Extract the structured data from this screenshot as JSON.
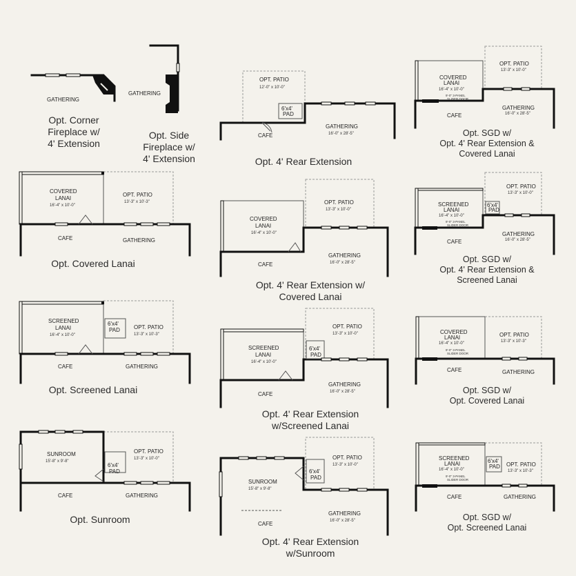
{
  "plans": [
    {
      "id": "opt-corner-fireplace",
      "caption": [
        "Opt. Corner",
        "Fireplace w/",
        "4' Extension"
      ],
      "rooms": {
        "gathering": "GATHERING"
      }
    },
    {
      "id": "opt-side-fireplace",
      "caption": [
        "Opt. Side",
        "Fireplace w/",
        "4' Extension"
      ],
      "rooms": {
        "gathering": "GATHERING"
      }
    },
    {
      "id": "opt-4-rear-extension",
      "caption": [
        "Opt. 4' Rear Extension"
      ],
      "rooms": {
        "patio": "OPT. PATIO",
        "patio_dim": "12'-0\" x 10'-0\"",
        "pad": [
          "6'x4'",
          "PAD"
        ],
        "cafe": "CAFE",
        "gathering": "GATHERING",
        "gathering_dim": "16'-0\" x 28'-5\""
      }
    },
    {
      "id": "opt-sgd-rear-ext-covered-lanai",
      "caption": [
        "Opt. SGD w/",
        "Opt. 4' Rear Extension &",
        "Covered Lanai"
      ],
      "rooms": {
        "lanai": "COVERED",
        "lanai2": "LANAI",
        "lanai_dim": "16'-4\" x 10'-0\"",
        "sgd": [
          "9'-0\" 3-PANEL",
          "SLIDER DOOR"
        ],
        "patio": "OPT. PATIO",
        "patio_dim": "13'-3\" x 10'-0\"",
        "cafe": "CAFE",
        "gathering": "GATHERING",
        "gathering_dim": "16'-0\" x 28'-5\""
      }
    },
    {
      "id": "opt-covered-lanai",
      "caption": [
        "Opt. Covered Lanai"
      ],
      "rooms": {
        "lanai": "COVERED",
        "lanai2": "LANAI",
        "lanai_dim": "16'-4\" x 10'-0\"",
        "patio": "OPT. PATIO",
        "patio_dim": "13'-3\" x 10'-3\"",
        "cafe": "CAFE",
        "gathering": "GATHERING"
      }
    },
    {
      "id": "opt-rear-ext-covered-lanai",
      "caption": [
        "Opt. 4' Rear Extension w/",
        "Covered Lanai"
      ],
      "rooms": {
        "lanai": "COVERED",
        "lanai2": "LANAI",
        "lanai_dim": "16'-4\" x 10'-0\"",
        "patio": "OPT. PATIO",
        "patio_dim": "13'-3\" x 10'-0\"",
        "cafe": "CAFE",
        "gathering": "GATHERING",
        "gathering_dim": "16'-0\" x 28'-5\""
      }
    },
    {
      "id": "opt-sgd-rear-ext-screened-lanai",
      "caption": [
        "Opt. SGD w/",
        "Opt. 4' Rear Extension &",
        "Screened Lanai"
      ],
      "rooms": {
        "lanai": "SCREENED",
        "lanai2": "LANAI",
        "lanai_dim": "16'-4\" x 10'-0\"",
        "sgd": [
          "9'-0\" 3-PANEL",
          "SLIDER DOOR"
        ],
        "pad": [
          "6'x4'",
          "PAD"
        ],
        "patio": "OPT. PATIO",
        "patio_dim": "13'-3\" x 10'-0\"",
        "cafe": "CAFE",
        "gathering": "GATHERING",
        "gathering_dim": "16'-0\" x 28'-5\""
      }
    },
    {
      "id": "opt-screened-lanai",
      "caption": [
        "Opt. Screened Lanai"
      ],
      "rooms": {
        "lanai": "SCREENED",
        "lanai2": "LANAI",
        "lanai_dim": "16'-4\" x 10'-0\"",
        "pad": [
          "6'x4'",
          "PAD"
        ],
        "patio": "OPT. PATIO",
        "patio_dim": "13'-3\" x 10'-3\"",
        "cafe": "CAFE",
        "gathering": "GATHERING"
      }
    },
    {
      "id": "opt-rear-ext-screened-lanai",
      "caption": [
        "Opt. 4' Rear Extension",
        "w/Screened Lanai"
      ],
      "rooms": {
        "lanai": "SCREENED",
        "lanai2": "LANAI",
        "lanai_dim": "16'-4\" x 10'-0\"",
        "pad": [
          "6'x4'",
          "PAD"
        ],
        "patio": "OPT. PATIO",
        "patio_dim": "13'-3\" x 10'-0\"",
        "cafe": "CAFE",
        "gathering": "GATHERING",
        "gathering_dim": "16'-0\" x 28'-5\""
      }
    },
    {
      "id": "opt-sgd-covered-lanai",
      "caption": [
        "Opt. SGD w/",
        "Opt. Covered Lanai"
      ],
      "rooms": {
        "lanai": "COVERED",
        "lanai2": "LANAI",
        "lanai_dim": "16'-4\" x 10'-0\"",
        "sgd": [
          "9'-0\" 3-PANEL",
          "SLIDER DOOR"
        ],
        "patio": "OPT. PATIO",
        "patio_dim": "13'-3\" x 10'-3\"",
        "cafe": "CAFE",
        "gathering": "GATHERING"
      }
    },
    {
      "id": "opt-sunroom",
      "caption": [
        "Opt. Sunroom"
      ],
      "rooms": {
        "sunroom": "SUNROOM",
        "sunroom_dim": "15'-8\" x 9'-8\"",
        "pad": [
          "6'x4'",
          "PAD"
        ],
        "patio": "OPT. PATIO",
        "patio_dim": "13'-3\" x 10'-0\"",
        "cafe": "CAFE",
        "gathering": "GATHERING"
      }
    },
    {
      "id": "opt-rear-ext-sunroom",
      "caption": [
        "Opt. 4' Rear Extension",
        "w/Sunroom"
      ],
      "rooms": {
        "sunroom": "SUNROOM",
        "sunroom_dim": "15'-8\" x 9'-8\"",
        "pad": [
          "6'x4'",
          "PAD"
        ],
        "patio": "OPT. PATIO",
        "patio_dim": "13'-3\" x 10'-0\"",
        "cafe": "CAFE",
        "gathering": "GATHERING",
        "gathering_dim": "16'-0\" x 28'-5\""
      }
    },
    {
      "id": "opt-sgd-screened-lanai",
      "caption": [
        "Opt. SGD w/",
        "Opt. Screened Lanai"
      ],
      "rooms": {
        "lanai": "SCREENED",
        "lanai2": "LANAI",
        "lanai_dim": "16'-4\" x 10'-0\"",
        "sgd": [
          "9'-0\" 3-PANEL",
          "SLIDER DOOR"
        ],
        "pad": [
          "6'x4'",
          "PAD"
        ],
        "patio": "OPT. PATIO",
        "patio_dim": "13'-3\" x 10'-3\"",
        "cafe": "CAFE",
        "gathering": "GATHERING"
      }
    }
  ]
}
